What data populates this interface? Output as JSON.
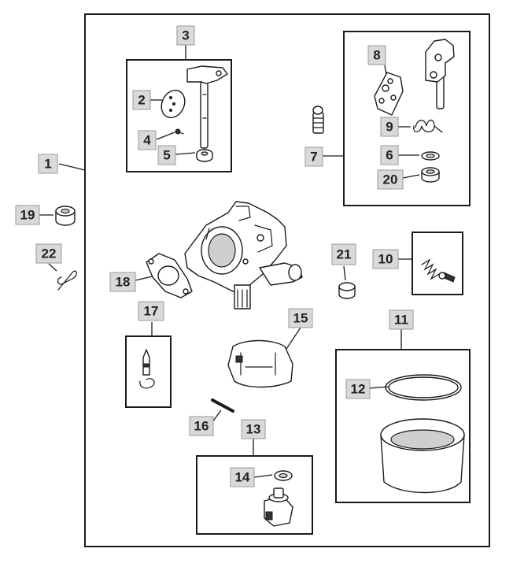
{
  "callouts": [
    {
      "id": "1",
      "label": "1"
    },
    {
      "id": "2",
      "label": "2"
    },
    {
      "id": "3",
      "label": "3"
    },
    {
      "id": "4",
      "label": "4"
    },
    {
      "id": "5",
      "label": "5"
    },
    {
      "id": "6",
      "label": "6"
    },
    {
      "id": "7",
      "label": "7"
    },
    {
      "id": "8",
      "label": "8"
    },
    {
      "id": "9",
      "label": "9"
    },
    {
      "id": "10",
      "label": "10"
    },
    {
      "id": "11",
      "label": "11"
    },
    {
      "id": "12",
      "label": "12"
    },
    {
      "id": "13",
      "label": "13"
    },
    {
      "id": "14",
      "label": "14"
    },
    {
      "id": "15",
      "label": "15"
    },
    {
      "id": "16",
      "label": "16"
    },
    {
      "id": "17",
      "label": "17"
    },
    {
      "id": "18",
      "label": "18"
    },
    {
      "id": "19",
      "label": "19"
    },
    {
      "id": "20",
      "label": "20"
    },
    {
      "id": "21",
      "label": "21"
    },
    {
      "id": "22",
      "label": "22"
    }
  ],
  "colors": {
    "line": "#1a1a1a",
    "tag_fill": "#d9d9d9",
    "tag_text": "#222222"
  }
}
